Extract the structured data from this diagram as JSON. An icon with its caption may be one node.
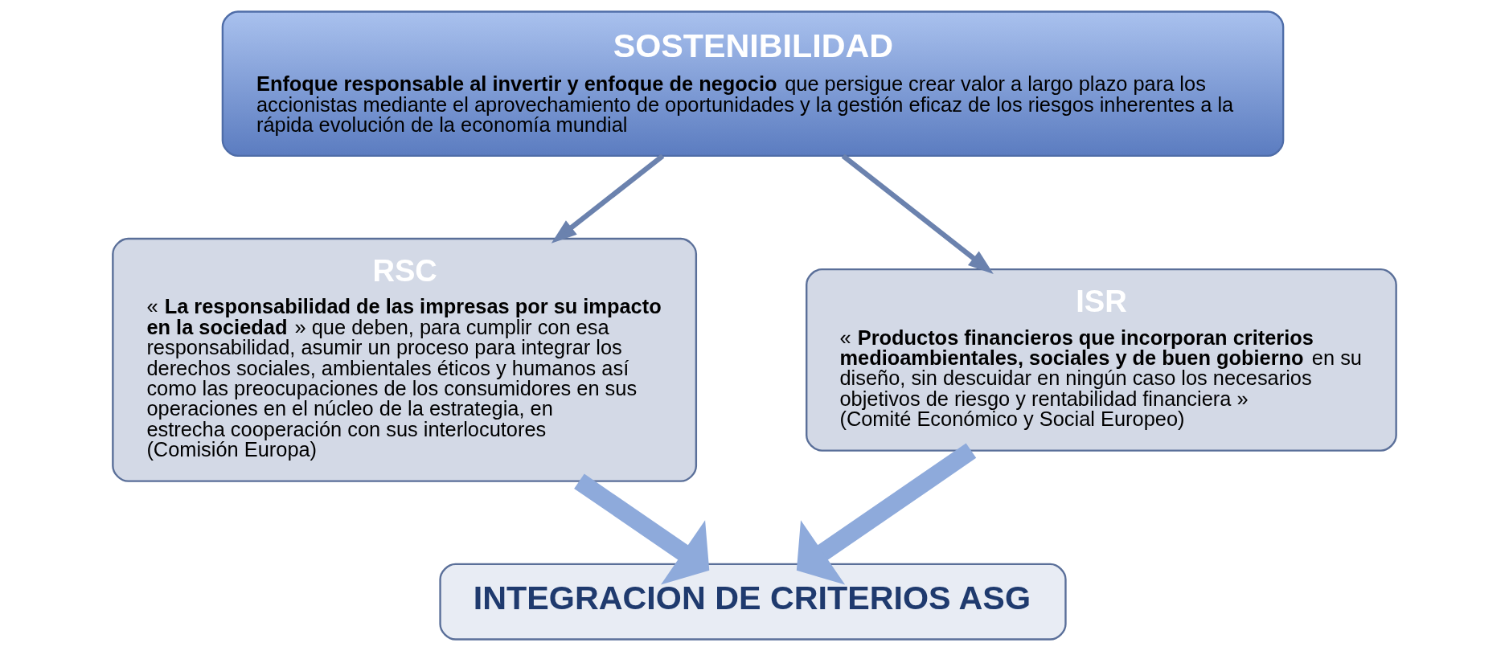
{
  "diagram": {
    "nodes": [
      {
        "text": [
          "SOSTENIBILIDAD",
          "**Enfoque responsable al invertir y enfoque de negocio** que persigue crear valor a largo plazo para los accionistas mediante el aprovechamiento de oportunidades y la gestión eficaz de los riesgos inherentes a la rápida evolución de la economía mundial"
        ]
      },
      {
        "text": [
          "RSC",
          "« **La responsabilidad de las impresas por su impacto en la sociedad** » que deben, para cumplir con esa responsabilidad, asumir un proceso para integrar los derechos sociales, ambientales éticos y humanos así como las preocupaciones de los consumidores en sus operaciones en el núcleo de la estrategia, en estrecha cooperación con sus interlocutores (Comisión Europa)"
        ]
      },
      {
        "text": [
          "ISR",
          "« **Productos financieros que incorporan criterios medioambientales, sociales y de buen gobierno** en su diseño, sin descuidar en ningún caso los necesarios objetivos de riesgo y rentabilidad financiera » (Comité Económico y Social Europeo)"
        ]
      },
      {
        "text": [
          "INTEGRACION DE CRITERIOS ASG"
        ]
      }
    ],
    "edges": [
      {
        "from": 0,
        "to": 1,
        "arrow": "to"
      },
      {
        "from": 0,
        "to": 2,
        "arrow": "to"
      },
      {
        "from": 1,
        "to": 3,
        "arrow": "to",
        "style": "thick"
      },
      {
        "from": 2,
        "to": 3,
        "arrow": "to",
        "style": "thick"
      }
    ]
  }
}
